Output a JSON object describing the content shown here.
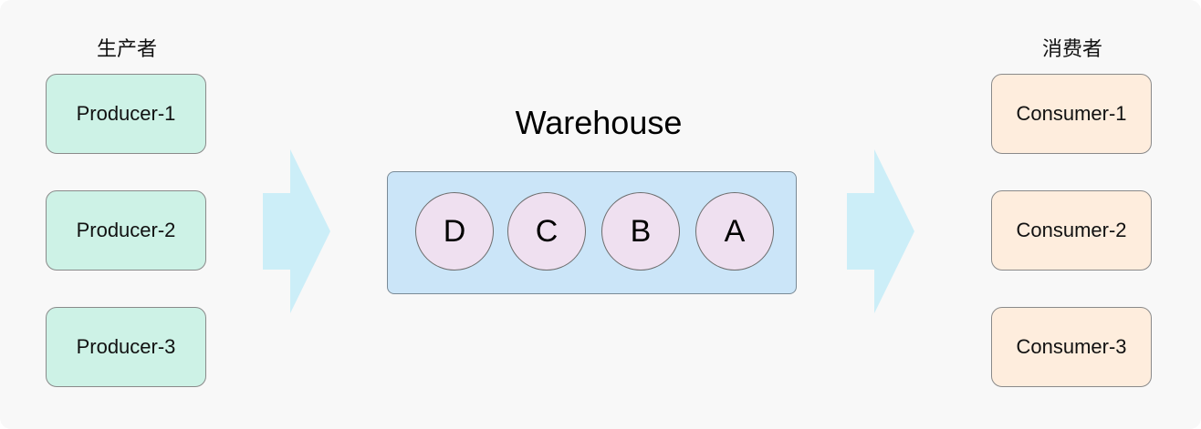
{
  "producers": {
    "title": "生产者",
    "items": [
      "Producer-1",
      "Producer-2",
      "Producer-3"
    ]
  },
  "consumers": {
    "title": "消费者",
    "items": [
      "Consumer-1",
      "Consumer-2",
      "Consumer-3"
    ]
  },
  "warehouse": {
    "title": "Warehouse",
    "items": [
      "D",
      "C",
      "B",
      "A"
    ]
  },
  "colors": {
    "background": "#f8f8f8",
    "producer_fill": "#cdf2e6",
    "consumer_fill": "#feeddd",
    "warehouse_fill": "#cbe5f8",
    "item_fill": "#efe0f0",
    "arrow_fill": "#cceef8",
    "border": "#8a8a8a"
  }
}
